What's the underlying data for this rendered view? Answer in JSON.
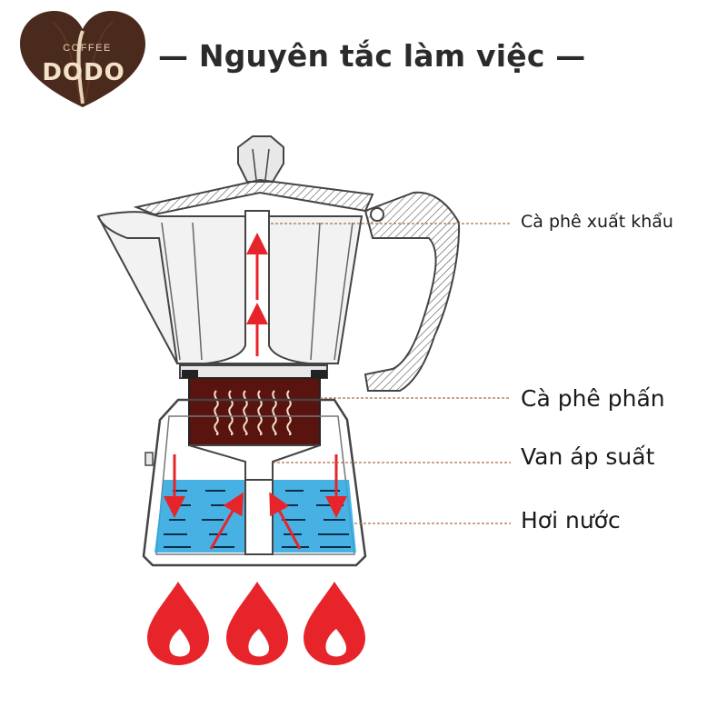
{
  "brand": {
    "small_text": "COFFEE",
    "name": "DODO",
    "colors": {
      "dark": "#4a2a1c",
      "light": "#e8d3b8"
    }
  },
  "title": "— Nguyên tắc làm việc —",
  "labels": {
    "coffee_out": "Cà phê xuất khẩu",
    "coffee_grounds": "Cà phê phấn",
    "pressure_valve": "Van áp suất",
    "steam": "Hơi nước"
  },
  "colors": {
    "arrow": "#e8242b",
    "water": "#33a8e0",
    "grounds": "#5a1410",
    "flame": "#e8242b",
    "leader": "#b06a4a"
  },
  "icons": [
    "coffee-bean-logo-icon",
    "flame-icon",
    "arrow-icon"
  ]
}
